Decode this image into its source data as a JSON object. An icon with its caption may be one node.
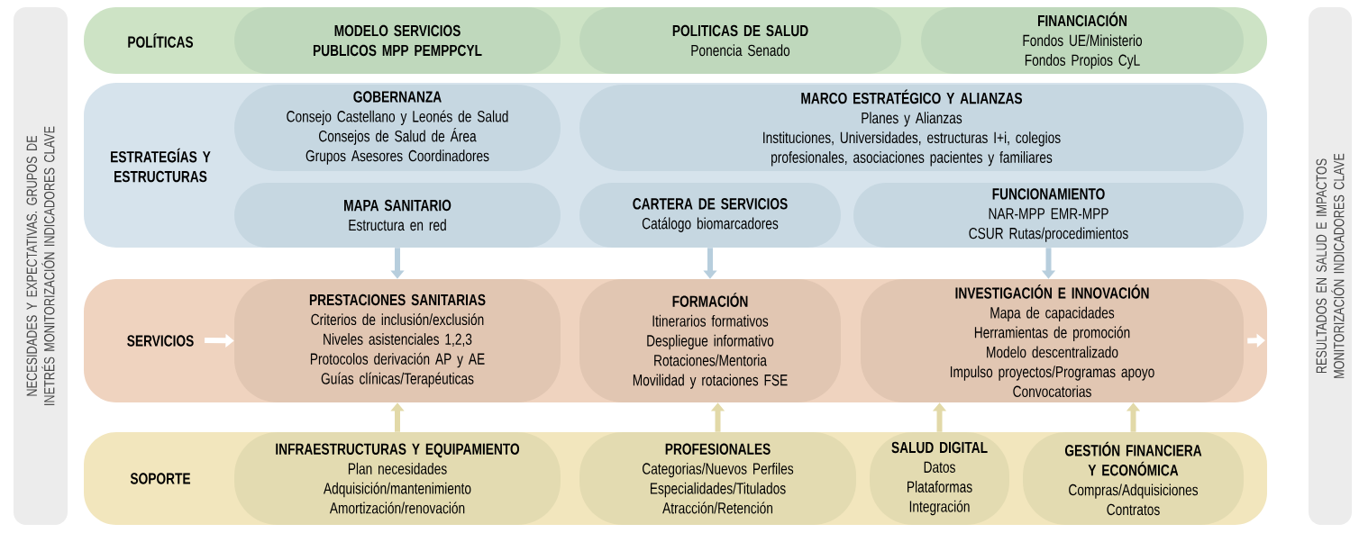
{
  "diagram": {
    "nodes": [
      {
        "text": [
          "NECESIDADES Y EXPECTATIVAS. GRUPOS DE INETRÉS MONITORIZACIÓN INDICADORES CLAVE"
        ]
      },
      {
        "text": [
          "POLÍTICAS"
        ]
      },
      {
        "text": [
          "MODELO SERVICIOS PUBLICOS MPP PEMPPCYL"
        ],
        "in": 1
      },
      {
        "text": [
          "POLITICAS DE SALUD",
          "Ponencia Senado"
        ],
        "in": 1
      },
      {
        "text": [
          "FINANCIACIÓN",
          "Fondos UE/Ministerio",
          "Fondos Propios CyL"
        ],
        "in": 1
      },
      {
        "text": [
          "ESTRATEGÍAS Y ESTRUCTURAS"
        ]
      },
      {
        "text": [
          "GOBERNANZA",
          "Consejo Castellano y Leonés de Salud",
          "Consejos de Salud de Área",
          "Grupos Asesores Coordinadores"
        ],
        "in": 5
      },
      {
        "text": [
          "MARCO ESTRATÉGICO Y ALIANZAS",
          "Planes y Alianzas",
          "Instituciones, Universidades, estructuras I+i, colegios profesionales, asociaciones pacientes y familiares"
        ],
        "in": 5
      },
      {
        "text": [
          "MAPA SANITARIO",
          "Estructura en red"
        ],
        "in": 5
      },
      {
        "text": [
          "CARTERA DE SERVICIOS",
          "Catálogo biomarcadores"
        ],
        "in": 5
      },
      {
        "text": [
          "FUNCIONAMIENTO",
          "NAR-MPP EMR-MPP",
          "CSUR Rutas/procedimientos"
        ],
        "in": 5
      },
      {
        "text": [
          "SERVICIOS"
        ]
      },
      {
        "text": [
          "PRESTACIONES SANITARIAS",
          "Criterios de inclusión/exclusión",
          "Niveles asistenciales 1,2,3",
          "Protocolos derivación AP y AE",
          "Guías clínicas/Terapéuticas"
        ],
        "in": 11
      },
      {
        "text": [
          "FORMACIÓN",
          "Itinerarios formativos",
          "Despliegue informativo",
          "Rotaciones/Mentoria",
          "Movilidad y rotaciones FSE"
        ],
        "in": 11
      },
      {
        "text": [
          "INVESTIGACIÓN E INNOVACIÓN",
          "Mapa de capacidades",
          "Herramientas de promoción",
          "Modelo descentralizado",
          "Impulso proyectos/Programas apoyo",
          "Convocatorias"
        ],
        "in": 11
      },
      {
        "text": [
          "SOPORTE"
        ]
      },
      {
        "text": [
          "INFRAESTRUCTURAS Y EQUIPAMIENTO",
          "Plan necesidades",
          "Adquisición/mantenimiento",
          "Amortización/renovación"
        ],
        "in": 15
      },
      {
        "text": [
          "PROFESIONALES",
          "Categorias/Nuevos Perfiles",
          "Especialidades/Titulados",
          "Atracción/Retención"
        ],
        "in": 15
      },
      {
        "text": [
          "SALUD DIGITAL",
          "Datos",
          "Plataformas",
          "Integración"
        ],
        "in": 15
      },
      {
        "text": [
          "GESTIÓN FINANCIERA Y ECONÓMICA",
          "Compras/Adquisiciones",
          "Contratos"
        ],
        "in": 15
      },
      {
        "text": [
          "RESULTADOS EN SALUD E IMPACTOS MONITORIZACIÓN INDICADORES CLAVE"
        ]
      }
    ],
    "edges": [
      {
        "from": 8,
        "to": 12,
        "arrow": "to",
        "color": "#b7cedd"
      },
      {
        "from": 9,
        "to": 13,
        "arrow": "to",
        "color": "#b7cedd"
      },
      {
        "from": 10,
        "to": 14,
        "arrow": "to",
        "color": "#b7cedd"
      },
      {
        "from": 16,
        "to": 12,
        "arrow": "to",
        "color": "#e2d9a8"
      },
      {
        "from": 17,
        "to": 13,
        "arrow": "to",
        "color": "#e2d9a8"
      },
      {
        "from": 18,
        "to": 14,
        "arrow": "to",
        "color": "#e2d9a8"
      },
      {
        "from": 19,
        "to": 14,
        "arrow": "to",
        "color": "#e2d9a8"
      },
      {
        "from": null,
        "to": 12,
        "arrow": "to",
        "color": "#ffffff"
      },
      {
        "from": 14,
        "to": null,
        "arrow": "to",
        "color": "#ffffff"
      }
    ]
  }
}
